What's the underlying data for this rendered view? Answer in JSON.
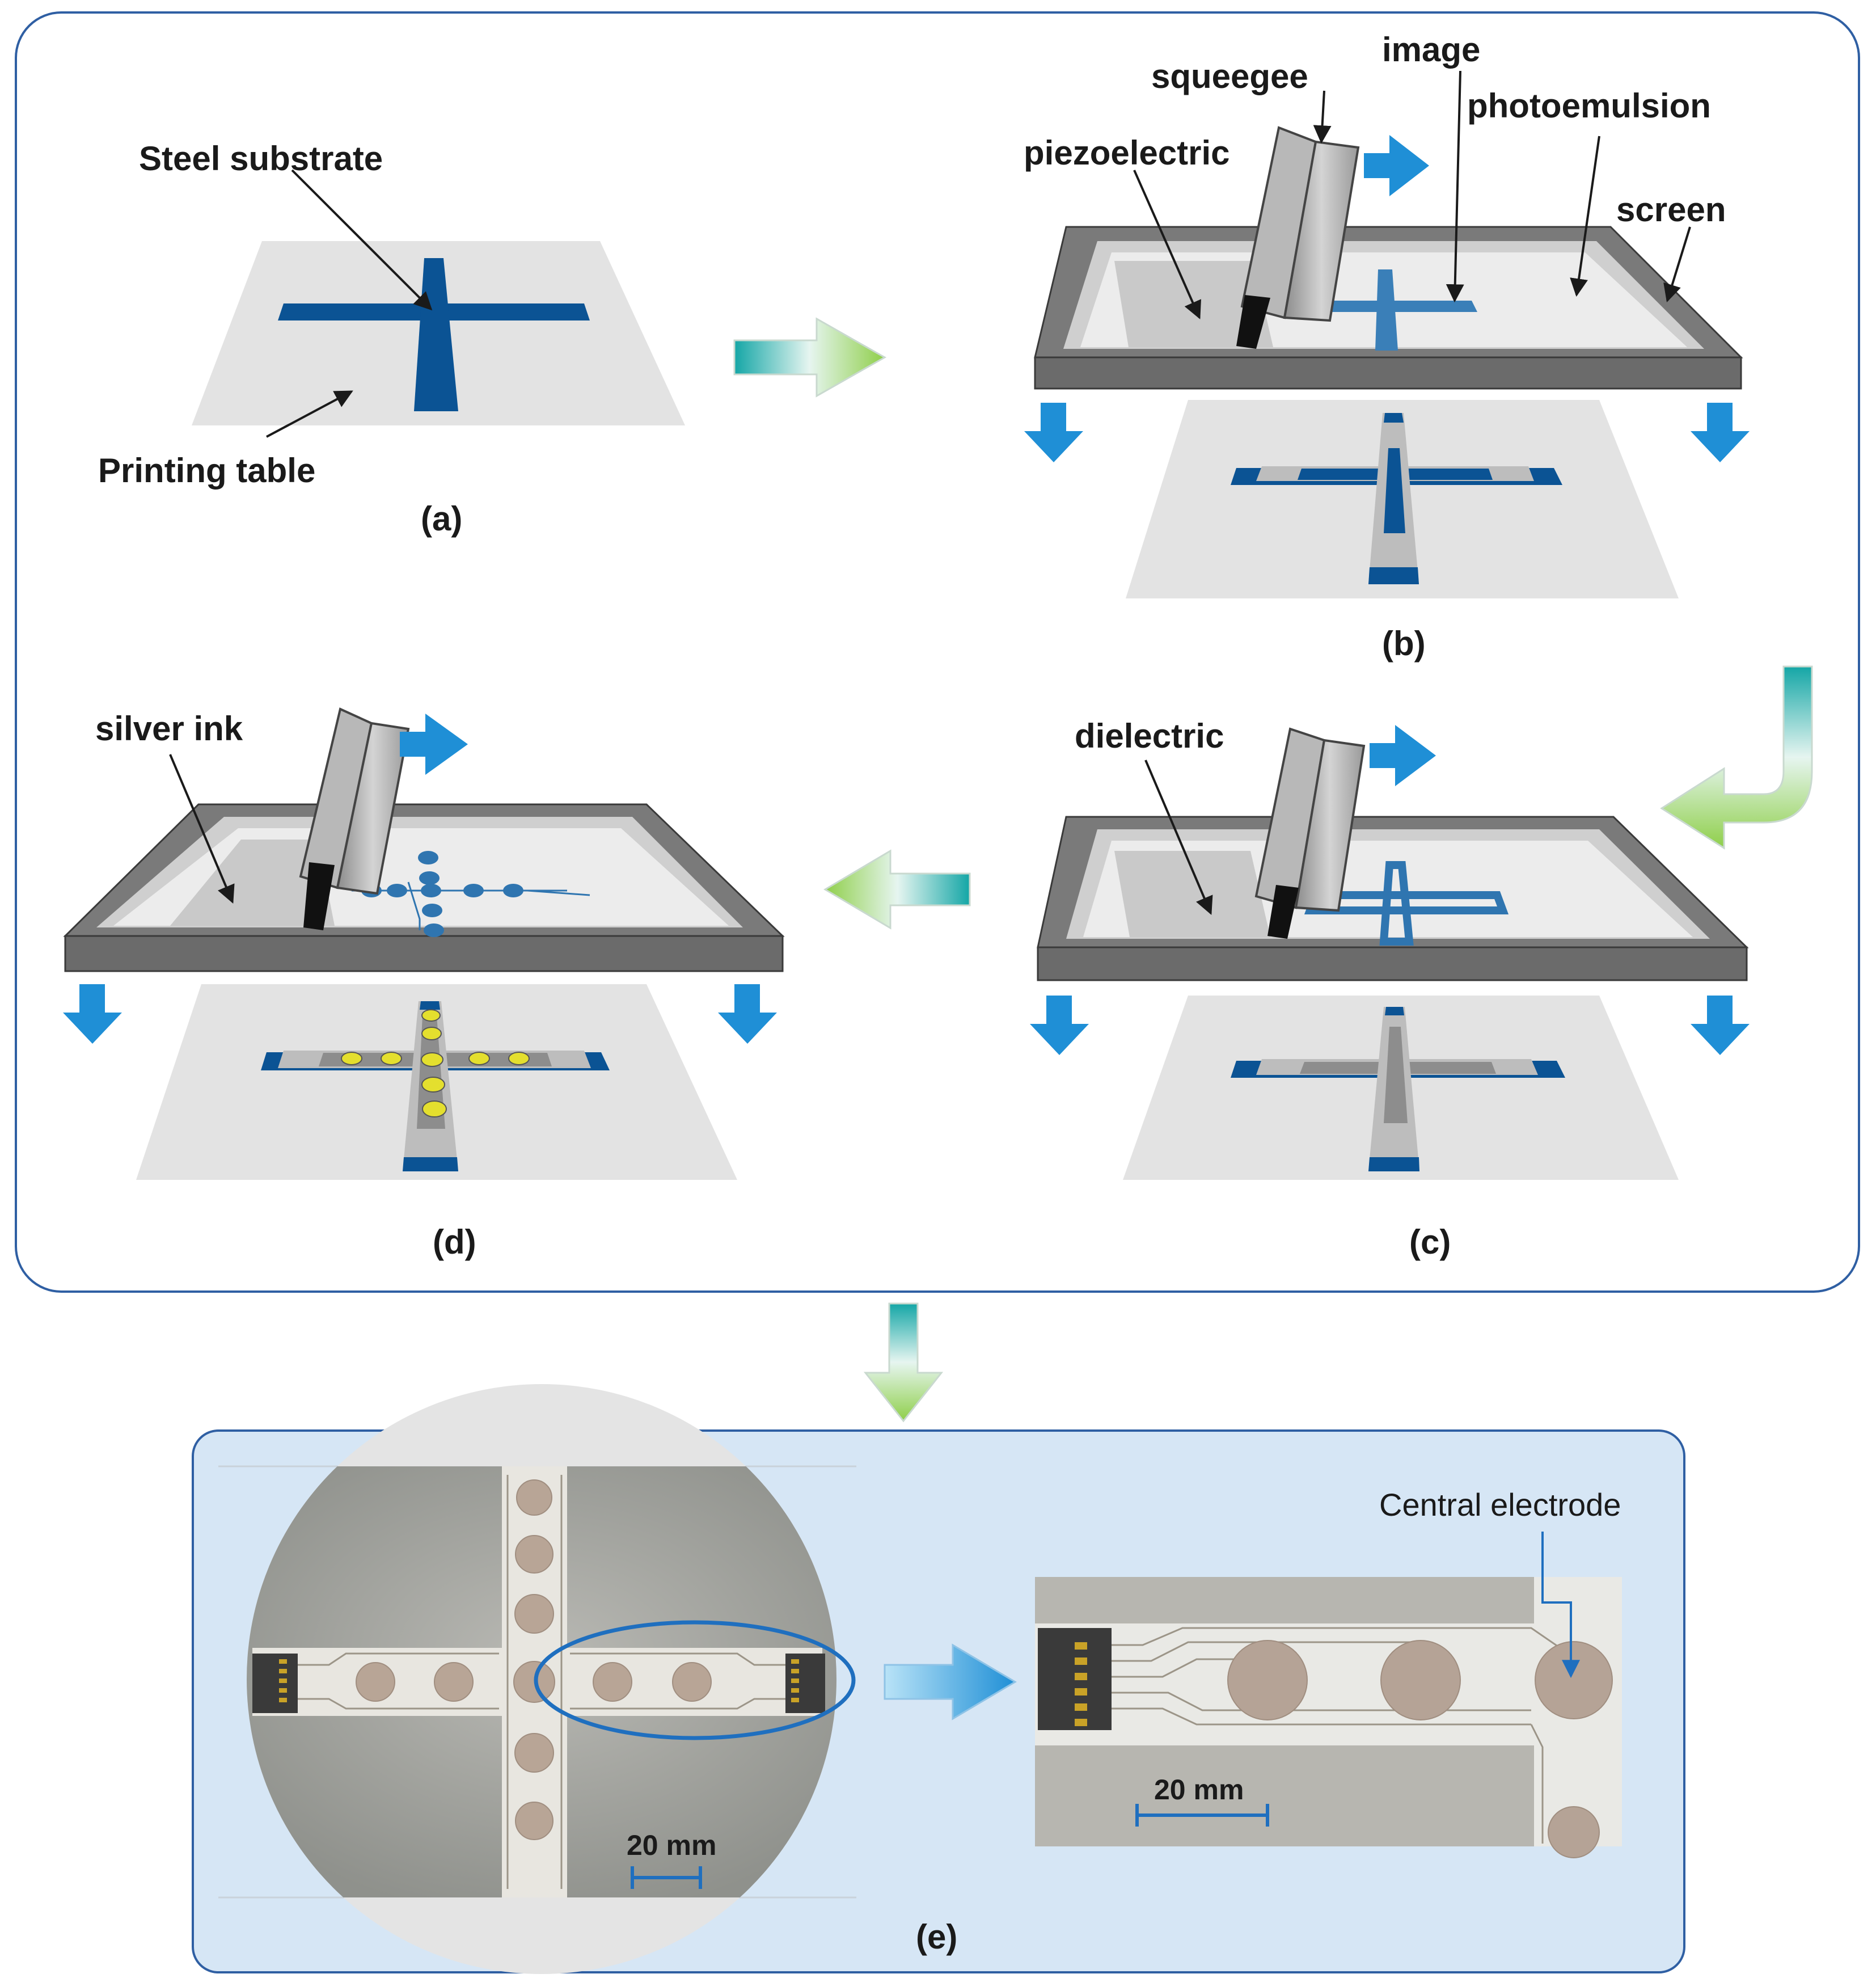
{
  "labels": {
    "steel_substrate": "Steel substrate",
    "printing_table": "Printing table",
    "squeegee": "squeegee",
    "image": "image",
    "photoemulsion": "photoemulsion",
    "piezoelectric": "piezoelectric",
    "screen": "screen",
    "silver_ink": "silver ink",
    "dielectric": "dielectric",
    "central_electrode": "Central electrode",
    "scale_left": "20 mm",
    "scale_right": "20 mm"
  },
  "panels": {
    "a": "(a)",
    "b": "(b)",
    "c": "(c)",
    "d": "(d)",
    "e": "(e)"
  },
  "colors": {
    "substrate_blue": "#0b5394",
    "table_gray": "#e3e3e3",
    "frame_dark": "#6b6b6b",
    "arrow_blue": "#1f8fd6",
    "electrode_yellow": "#e4df2e",
    "panel_e_bg": "#d6e6f5"
  }
}
